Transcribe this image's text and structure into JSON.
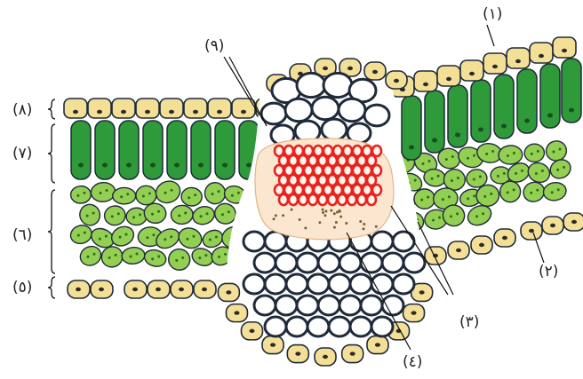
{
  "labels": {
    "l1": "(١)",
    "l2": "(٢)",
    "l3": "(٣)",
    "l4": "(٤)",
    "l5": "(٥)",
    "l6": "(٦)",
    "l7": "(٧)",
    "l8": "(٨)",
    "l9": "(٩)"
  },
  "colors": {
    "epidermis": "#f3df96",
    "palisade": "#2f9a3a",
    "spongy": "#93cf52",
    "xylem": "#e8231c",
    "bundle_sheath": "#fbe7cf",
    "collenchyma": "#ffffff",
    "cell_outline": "#1f2a3a",
    "nucleus": "#2b2b2b"
  }
}
